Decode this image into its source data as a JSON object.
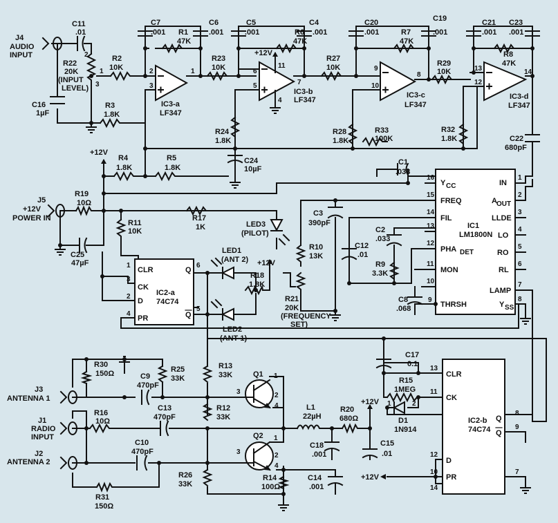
{
  "labels": {
    "j4": "J4",
    "audio": "AUDIO",
    "input": "INPUT",
    "j5": "J5",
    "plus12v_in": "+12V",
    "power_in": "POWER IN",
    "j3": "J3",
    "antenna1": "ANTENNA 1",
    "j1": "J1",
    "radio": "RADIO",
    "radio_input": "INPUT",
    "j2": "J2",
    "antenna2": "ANTENNA 2",
    "plus12v": "+12V"
  },
  "components": {
    "c11": [
      "C11",
      ".01"
    ],
    "c16": [
      "C16",
      "1µF"
    ],
    "r22": [
      "R22",
      "20K",
      "(INPUT",
      "LEVEL)"
    ],
    "r2": [
      "R2",
      "10K"
    ],
    "r3": [
      "R3",
      "1.8K"
    ],
    "c7": [
      "C7",
      ".001"
    ],
    "c6": [
      "C6",
      ".001"
    ],
    "r1": [
      "R1",
      "47K"
    ],
    "ic3a": [
      "IC3-a",
      "LF347"
    ],
    "r23": [
      "R23",
      "10K"
    ],
    "c5": [
      "C5",
      ".001"
    ],
    "c4": [
      "C4",
      ".001"
    ],
    "r6": [
      "R6",
      "47K"
    ],
    "ic3b": [
      "IC3-b",
      "LF347"
    ],
    "r27": [
      "R27",
      "10K"
    ],
    "c20": [
      "C20",
      ".001"
    ],
    "c19": [
      "C19",
      ".001"
    ],
    "r7": [
      "R7",
      "47K"
    ],
    "ic3c": [
      "IC3-c",
      "LF347"
    ],
    "r29": [
      "R29",
      "10K"
    ],
    "c21": [
      "C21",
      ".001"
    ],
    "c23": [
      "C23",
      ".001"
    ],
    "r8": [
      "R8",
      "47K"
    ],
    "ic3d": [
      "IC3-d",
      "LF347"
    ],
    "r24": [
      "R24",
      "1.8K"
    ],
    "c24": [
      "C24",
      "10µF"
    ],
    "r28": [
      "R28",
      "1.8K"
    ],
    "r33": [
      "R33",
      "100K"
    ],
    "r32": [
      "R32",
      "1.8K"
    ],
    "c22": [
      "C22",
      "680pF"
    ],
    "r4": [
      "R4",
      "1.8K"
    ],
    "r5": [
      "R5",
      "1.8K"
    ],
    "c1": [
      "C1",
      ".033"
    ],
    "r19": [
      "R19",
      "10Ω"
    ],
    "r17": [
      "R17",
      "1K"
    ],
    "r11": [
      "R11",
      "10K"
    ],
    "led3": [
      "LED3",
      "(PILOT)"
    ],
    "c25": [
      "C25",
      "47µF"
    ],
    "c3": [
      "C3",
      "390pF"
    ],
    "c2": [
      "C2",
      ".033"
    ],
    "r10": [
      "R10",
      "13K"
    ],
    "c12": [
      "C12",
      ".01"
    ],
    "r9": [
      "R9",
      "3.3K"
    ],
    "led1": [
      "LED1",
      "(ANT 2)"
    ],
    "led2": [
      "LED2",
      "(ANT 1)"
    ],
    "r18": [
      "R18",
      "1.8K"
    ],
    "r21": [
      "R21",
      "20K",
      "(FREQUENCY",
      "SET)"
    ],
    "c8": [
      "C8",
      ".068"
    ],
    "ic2a": [
      "IC2-a",
      "74C74"
    ],
    "ic1": [
      "IC1",
      "LM1800N"
    ],
    "r30": [
      "R30",
      "150Ω"
    ],
    "c9": [
      "C9",
      "470pF"
    ],
    "r25": [
      "R25",
      "33K"
    ],
    "r13": [
      "R13",
      "33K"
    ],
    "q1": "Q1",
    "c17": [
      "C17",
      "0.1"
    ],
    "r15": [
      "R15",
      "1MEG"
    ],
    "r16": [
      "R16",
      "10Ω"
    ],
    "c13": [
      "C13",
      "470pF"
    ],
    "r12": [
      "R12",
      "33K"
    ],
    "l1": [
      "L1",
      "22µH"
    ],
    "r20": [
      "R20",
      "680Ω"
    ],
    "d1": [
      "D1",
      "1N914"
    ],
    "c10": [
      "C10",
      "470pF"
    ],
    "q2": "Q2",
    "c18": [
      "C18",
      ".001"
    ],
    "c15": [
      "C15",
      ".01"
    ],
    "r31": [
      "R31",
      "150Ω"
    ],
    "r26": [
      "R26",
      "33K"
    ],
    "r14": [
      "R14",
      "100Ω"
    ],
    "c14": [
      "C14",
      ".001"
    ],
    "ic2b": [
      "IC2-b",
      "74C74"
    ]
  },
  "ic1_pins": {
    "left": [
      {
        "num": "16",
        "name": "Y",
        "sub": "CC"
      },
      {
        "num": "15",
        "name": "FREQ",
        "sub": ""
      },
      {
        "num": "14",
        "name": "FIL",
        "sub": ""
      },
      {
        "num": "13",
        "name": "",
        "sub": ""
      },
      {
        "num": "12",
        "name": "PHA",
        "sub": "DET"
      },
      {
        "num": "11",
        "name": "MON",
        "sub": ""
      },
      {
        "num": "10",
        "name": "",
        "sub": ""
      },
      {
        "num": "9",
        "name": "THRSH",
        "sub": ""
      }
    ],
    "right": [
      {
        "num": "1",
        "name": "IN",
        "sub": ""
      },
      {
        "num": "2",
        "name": "A",
        "sub": "OUT"
      },
      {
        "num": "3",
        "name": "LLDE",
        "sub": ""
      },
      {
        "num": "4",
        "name": "LO",
        "sub": ""
      },
      {
        "num": "5",
        "name": "RO",
        "sub": ""
      },
      {
        "num": "6",
        "name": "RL",
        "sub": ""
      },
      {
        "num": "7",
        "name": "LAMP",
        "sub": ""
      },
      {
        "num": "8",
        "name": "Y",
        "sub": "SS"
      }
    ]
  },
  "ic2a_pins": {
    "clr": "CLR",
    "ck": "CK",
    "d": "D",
    "pr": "PR",
    "q": "Q",
    "qbar": "Q",
    "n1": "1",
    "n3": "3",
    "n2": "2",
    "n4": "4",
    "n6": "6",
    "n5": "5"
  },
  "ic2b_pins": {
    "clr": "CLR",
    "ck": "CK",
    "d": "D",
    "pr": "PR",
    "q": "Q",
    "qbar": "Q",
    "n13": "13",
    "n11": "11",
    "n12": "12",
    "n10": "10",
    "n14": "14",
    "n8": "8",
    "n9": "9",
    "n7": "7"
  },
  "opamp_pins": {
    "a": [
      "2",
      "3",
      "1"
    ],
    "b": [
      "6",
      "5",
      "7",
      "11",
      "4"
    ],
    "c": [
      "9",
      "10",
      "8"
    ],
    "d": [
      "13",
      "12",
      "14"
    ]
  },
  "misc_pins": {
    "r22": [
      "2",
      "1",
      "3"
    ],
    "q1": [
      "1",
      "3",
      "2",
      "4"
    ],
    "q2": [
      "1",
      "3",
      "2",
      "4"
    ],
    "d1": [
      "1",
      "2"
    ]
  }
}
